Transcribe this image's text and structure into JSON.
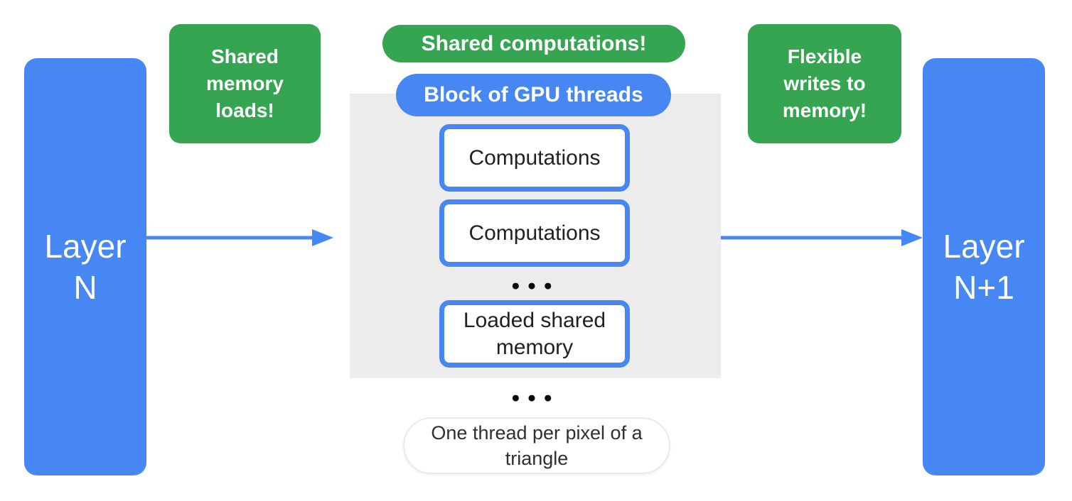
{
  "colors": {
    "blue": "#4687F4",
    "green": "#36A552",
    "panel": "#ECECEC",
    "pillborder": "#E9E9E9"
  },
  "layers": {
    "left": {
      "line1": "Layer",
      "line2": "N"
    },
    "right": {
      "line1": "Layer",
      "line2": "N+1"
    }
  },
  "callouts": {
    "left": "Shared memory loads!",
    "center": "Shared computations!",
    "right": "Flexible writes to memory!"
  },
  "gpu_block": {
    "label": "Block of GPU threads",
    "items": [
      "Computations",
      "Computations",
      "Loaded shared memory"
    ],
    "ellipsis": "●●●"
  },
  "footnote": {
    "ellipsis": "●●●",
    "label": "One thread per pixel of a triangle"
  }
}
